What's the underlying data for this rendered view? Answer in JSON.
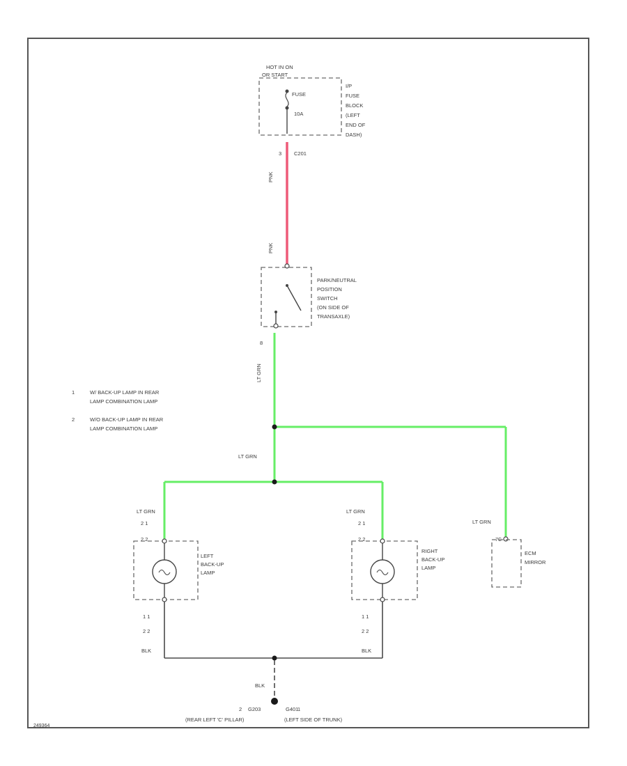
{
  "diagram": {
    "fuse_block": {
      "power_label_1": "HOT IN ON",
      "power_label_2": "OR START",
      "fuse_label": "FUSE",
      "fuse_amps": "10A",
      "location_lines": [
        "I/P",
        "FUSE",
        "BLOCK",
        "(LEFT",
        "END OF",
        "DASH)"
      ],
      "pin": "3",
      "connector": "C201"
    },
    "wires": {
      "pink_top": "PNK",
      "pink_bottom": "PNK",
      "green_switch_out": "LT GRN",
      "green_mid": "LT GRN",
      "green_left_lamp": "LT GRN",
      "green_right_lamp": "LT GRN",
      "green_ecm": "LT GRN",
      "black_left": "BLK",
      "black_right": "BLK",
      "black_ground": "BLK"
    },
    "switch": {
      "title_lines": [
        "PARK/NEUTRAL",
        "POSITION",
        "SWITCH",
        "(ON SIDE OF",
        "TRANSAXLE)"
      ],
      "pin_out": "8"
    },
    "legend": [
      {
        "num": "1",
        "line1": "W/ BACK-UP LAMP IN REAR",
        "line2": "LAMP COMBINATION LAMP"
      },
      {
        "num": "2",
        "line1": "W/O BACK-UP LAMP IN REAR",
        "line2": "LAMP COMBINATION LAMP"
      }
    ],
    "left_lamp": {
      "label_lines": [
        "LEFT",
        "BACK-UP",
        "LAMP"
      ],
      "top_pins_row1": "2   1",
      "top_pins_row2": "2   2",
      "bottom_pins_row1": "1   1",
      "bottom_pins_row2": "2   2"
    },
    "right_lamp": {
      "label_lines": [
        "RIGHT",
        "BACK-UP",
        "LAMP"
      ],
      "top_pins_row1": "2   1",
      "top_pins_row2": "2   2",
      "bottom_pins_row1": "1   1",
      "bottom_pins_row2": "2   2"
    },
    "ecm": {
      "label_lines": [
        "ECM",
        "MIRROR"
      ],
      "pin": "7C"
    },
    "grounds": {
      "g1_num": "2",
      "g1_name": "G203",
      "g1_loc": "(REAR LEFT 'C' PILLAR)",
      "g2_num": "1",
      "g2_name": "G401",
      "g2_loc": "(LEFT SIDE OF TRUNK)"
    },
    "footer_code": "249364"
  }
}
